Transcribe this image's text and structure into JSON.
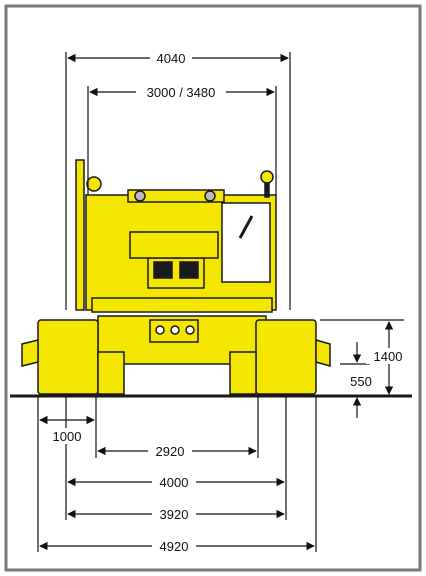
{
  "dimensions": {
    "top_width": "4040",
    "upper_width": "3000 / 3480",
    "track_height": "1400",
    "ground_clearance": "550",
    "track_shoe_width": "1000",
    "track_gauge": "2920",
    "width_a": "4000",
    "width_b": "3920",
    "overall_width": "4920"
  },
  "colors": {
    "machine_yellow": "#f5e600",
    "outline": "#1a1a1a",
    "frame_border": "#7a7a7a"
  }
}
